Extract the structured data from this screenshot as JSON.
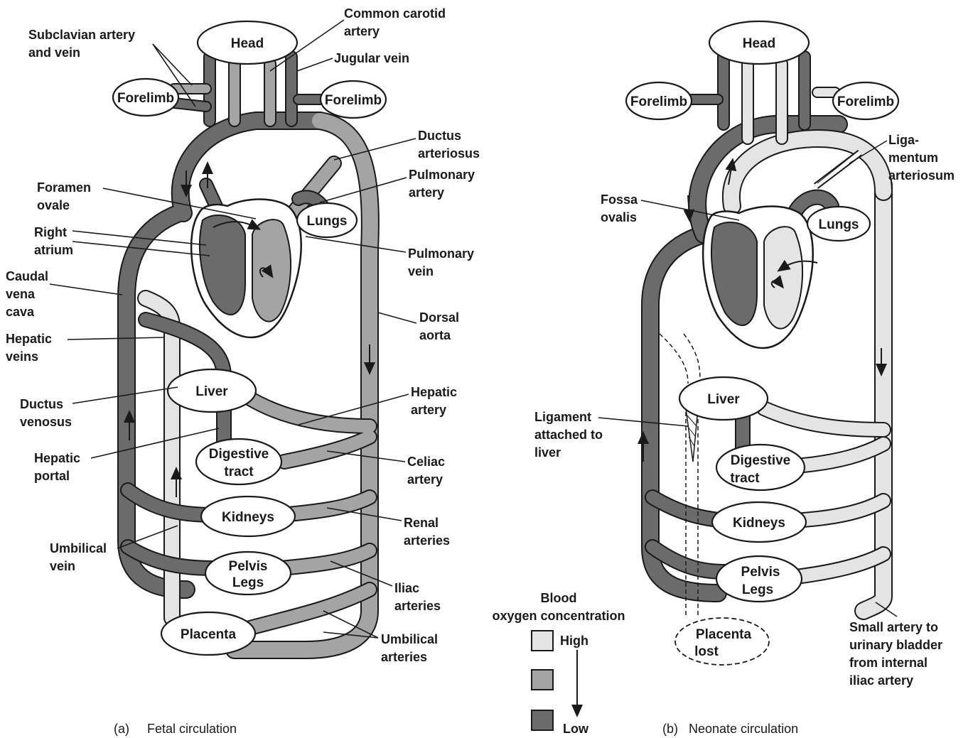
{
  "fetal": {
    "caption_letter": "(a)",
    "caption": "Fetal circulation",
    "organs": {
      "head": "Head",
      "forelimb_left": "Forelimb",
      "forelimb_right": "Forelimb",
      "lungs": "Lungs",
      "liver": "Liver",
      "digestive_1": "Digestive",
      "digestive_2": "tract",
      "kidneys": "Kidneys",
      "pelvis_1": "Pelvis",
      "pelvis_2": "Legs",
      "placenta": "Placenta"
    },
    "labels": {
      "subclavian_1": "Subclavian artery",
      "subclavian_2": "and vein",
      "carotid_1": "Common carotid",
      "carotid_2": "artery",
      "jugular": "Jugular vein",
      "ductus_art_1": "Ductus",
      "ductus_art_2": "arteriosus",
      "pulm_artery_1": "Pulmonary",
      "pulm_artery_2": "artery",
      "foramen_1": "Foramen",
      "foramen_2": "ovale",
      "right_atrium_1": "Right",
      "right_atrium_2": "atrium",
      "pulm_vein_1": "Pulmonary",
      "pulm_vein_2": "vein",
      "caudal_1": "Caudal",
      "caudal_2": "vena",
      "caudal_3": "cava",
      "dorsal_1": "Dorsal",
      "dorsal_2": "aorta",
      "hepatic_veins_1": "Hepatic",
      "hepatic_veins_2": "veins",
      "ductus_ven_1": "Ductus",
      "ductus_ven_2": "venosus",
      "hepatic_art_1": "Hepatic",
      "hepatic_art_2": "artery",
      "hepatic_portal_1": "Hepatic",
      "hepatic_portal_2": "portal",
      "celiac_1": "Celiac",
      "celiac_2": "artery",
      "renal_1": "Renal",
      "renal_2": "arteries",
      "umb_vein_1": "Umbilical",
      "umb_vein_2": "vein",
      "iliac_1": "Iliac",
      "iliac_2": "arteries",
      "umb_art_1": "Umbilical",
      "umb_art_2": "arteries"
    }
  },
  "neonate": {
    "caption_letter": "(b)",
    "caption": "Neonate circulation",
    "organs": {
      "head": "Head",
      "forelimb_left": "Forelimb",
      "forelimb_right": "Forelimb",
      "lungs": "Lungs",
      "liver": "Liver",
      "digestive_1": "Digestive",
      "digestive_2": "tract",
      "kidneys": "Kidneys",
      "pelvis_1": "Pelvis",
      "pelvis_2": "Legs",
      "placenta_1": "Placenta",
      "placenta_2": "lost"
    },
    "labels": {
      "lig_art_1": "Liga-",
      "lig_art_2": "mentum",
      "lig_art_3": "arteriosum",
      "fossa_1": "Fossa",
      "fossa_2": "ovalis",
      "ligament_1": "Ligament",
      "ligament_2": "attached to",
      "ligament_3": "liver",
      "small_art_1": "Small artery to",
      "small_art_2": "urinary bladder",
      "small_art_3": "from internal",
      "small_art_4": "iliac artery"
    }
  },
  "legend": {
    "title_1": "Blood",
    "title_2": "oxygen concentration",
    "high": "High",
    "low": "Low",
    "colors": {
      "high": "#e4e4e4",
      "medium": "#a4a4a4",
      "low": "#6b6b6b"
    }
  }
}
